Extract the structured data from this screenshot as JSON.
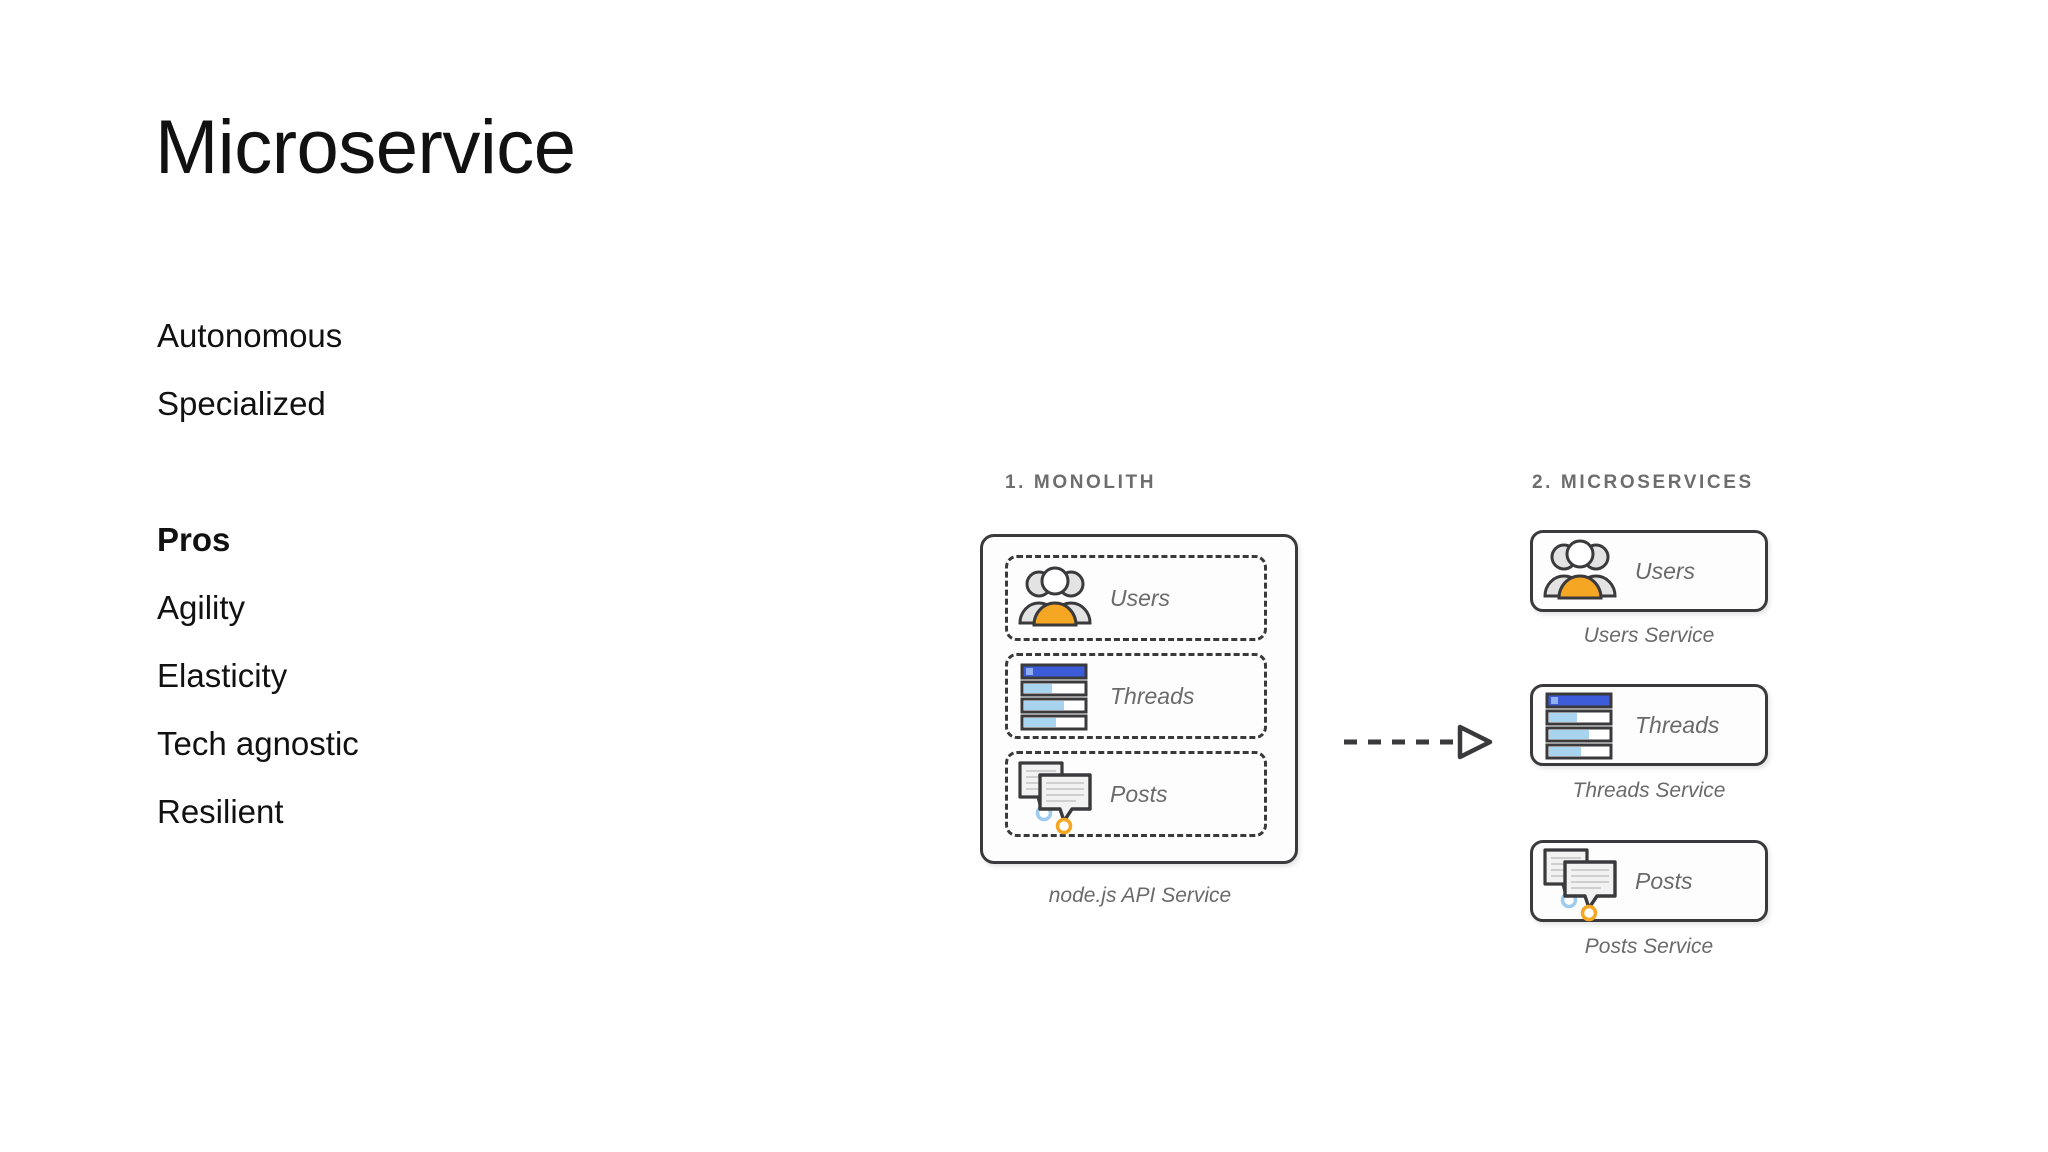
{
  "slide": {
    "title": "Microservice",
    "body_lines": [
      {
        "text": "Autonomous",
        "bold": false
      },
      {
        "text": "Specialized",
        "bold": false
      },
      {
        "text": "",
        "bold": false
      },
      {
        "text": "Pros",
        "bold": true
      },
      {
        "text": "Agility",
        "bold": false
      },
      {
        "text": "Elasticity",
        "bold": false
      },
      {
        "text": "Tech agnostic",
        "bold": false
      },
      {
        "text": "Resilient",
        "bold": false
      }
    ]
  },
  "diagram": {
    "monolith": {
      "heading": "1. MONOLITH",
      "caption": "node.js API Service",
      "items": [
        {
          "label": "Users",
          "icon": "users-group-icon"
        },
        {
          "label": "Threads",
          "icon": "threads-list-icon"
        },
        {
          "label": "Posts",
          "icon": "posts-speech-bubbles-icon"
        }
      ]
    },
    "arrow": {
      "icon": "dashed-arrow-right-icon"
    },
    "microservices": {
      "heading": "2. MICROSERVICES",
      "cards": [
        {
          "label": "Users",
          "caption": "Users Service",
          "icon": "users-group-icon"
        },
        {
          "label": "Threads",
          "caption": "Threads Service",
          "icon": "threads-list-icon"
        },
        {
          "label": "Posts",
          "caption": "Posts Service",
          "icon": "posts-speech-bubbles-icon"
        }
      ]
    }
  },
  "colors": {
    "accent_orange": "#F5A623",
    "accent_blue": "#3B5BD9",
    "light_blue": "#A8D4F0",
    "outline": "#3A3A3C",
    "muted_text": "#6A6A6A",
    "heading_gray": "#6D6D6D",
    "background": "#FFFFFF"
  }
}
